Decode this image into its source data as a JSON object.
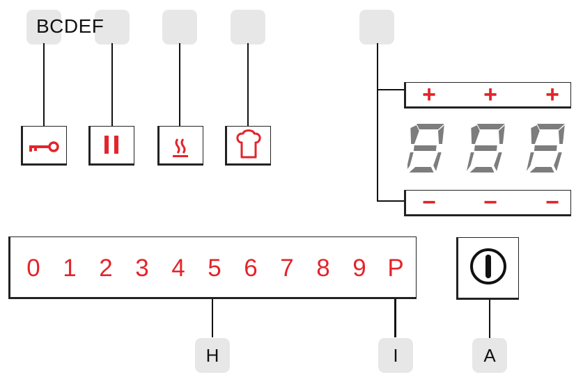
{
  "callouts": {
    "top_label": "BCDEF",
    "h": "H",
    "i": "I",
    "a": "A"
  },
  "timer": {
    "plus_signs": [
      "+",
      "+",
      "+"
    ],
    "minus_signs": [
      "−",
      "−",
      "−"
    ],
    "display_digits": [
      "8",
      "8",
      "8"
    ]
  },
  "level_bar": {
    "digits": [
      "0",
      "1",
      "2",
      "3",
      "4",
      "5",
      "6",
      "7",
      "8",
      "9",
      "P"
    ]
  },
  "colors": {
    "accent": "#e3242b",
    "segment_off": "#7d7d7d",
    "callout_bg": "#e7e7e7",
    "outline": "#222222"
  },
  "icons": [
    "key-lock-icon",
    "pause-icon",
    "keep-warm-icon",
    "chef-hat-icon",
    "power-icon"
  ]
}
